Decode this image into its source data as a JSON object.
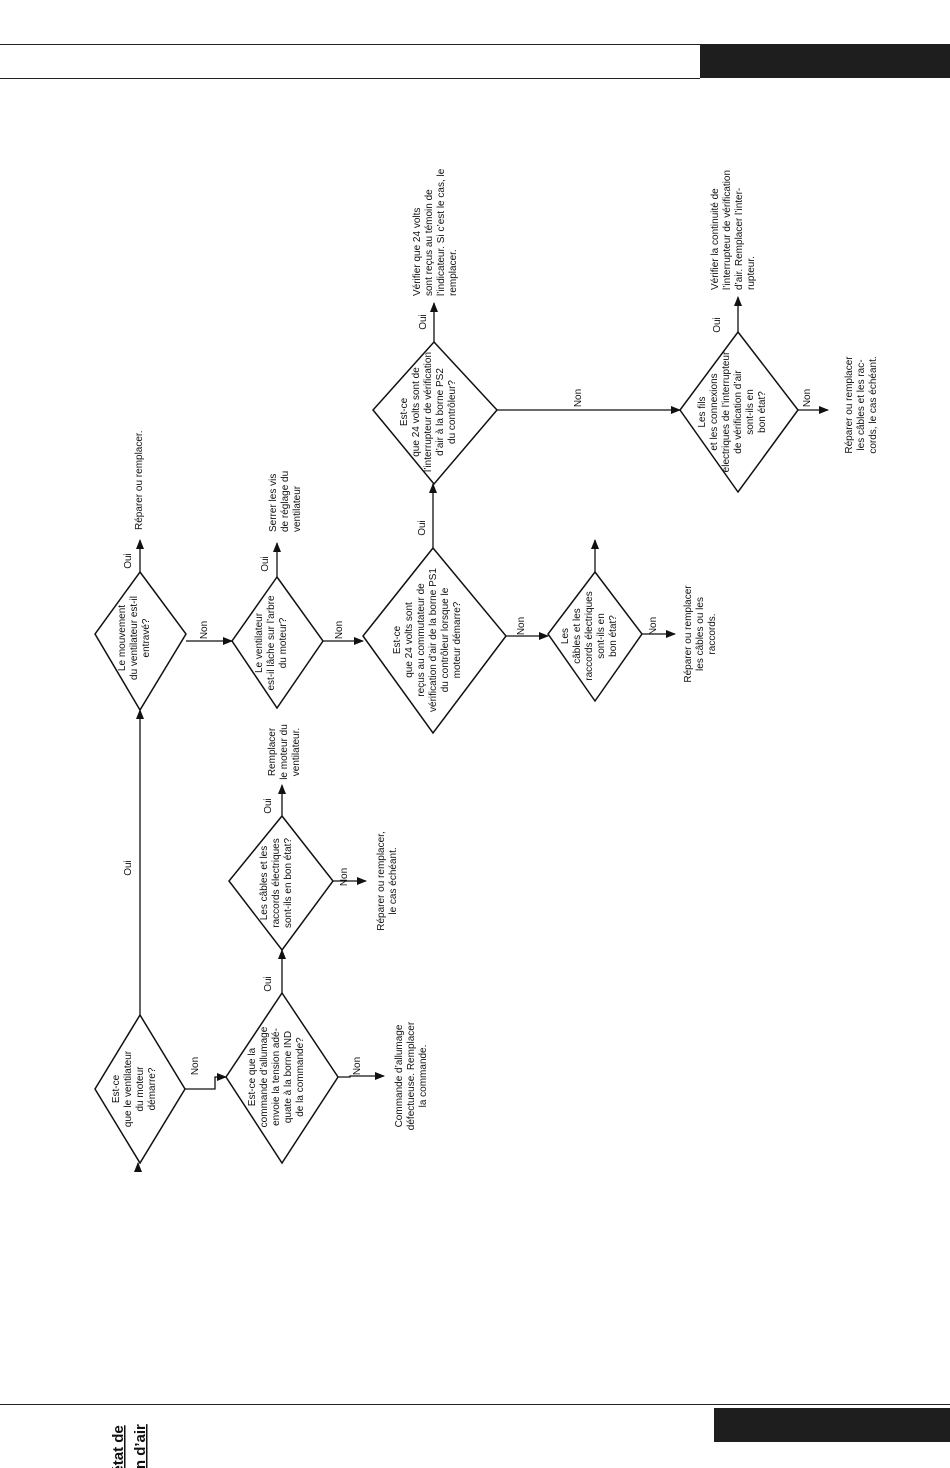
{
  "page": {
    "title_lines": [
      "Vovant d’état de",
      "vérification d’air",
      "inactif"
    ],
    "tab_color": "#1e1e1e",
    "line_color": "#111111"
  },
  "flow": {
    "labels": {
      "yes": "Oui",
      "no": "Non"
    },
    "decisions": {
      "d1": [
        "Est-ce",
        "que le ventilateur",
        "du moteur",
        "démarre?"
      ],
      "d2": [
        "Est-ce que la",
        "commande d’allumage",
        "envoie la tension adé-",
        "quate à la borne IND",
        "de la commande?"
      ],
      "d3": [
        "Les câbles et les",
        "raccords électriques",
        "sont-ils en bon état?"
      ],
      "d4": [
        "Le mouvement",
        "du ventilateur est-il",
        "entravé?"
      ],
      "d5": [
        "Le ventilateur",
        "est-il lâche sur l’arbre",
        "du moteur?"
      ],
      "d6": [
        "Est-ce",
        "que 24 volts sont",
        "reçus au commutateur de",
        "vérification d’air de la borne PS1",
        "du contrôleur lorsque le",
        "moteur démarre?"
      ],
      "d7": [
        "Les",
        "câbles et les",
        "raccords électriques",
        "sont-ils en",
        "bon état?"
      ],
      "d8": [
        "Est-ce",
        "que 24 volts sont de",
        "l’interrupteur de vérification",
        "d’air à la borne PS2",
        "du contrôleur?"
      ],
      "d9": [
        "Les fils",
        "et les connexions",
        "électriques de l’interrupteur",
        "de vérification d’air",
        "sont-ils en",
        "bon état?"
      ]
    },
    "results": {
      "r_cmd": [
        "Commande d’allumage",
        "défectueuse. Remplacer",
        "la commande."
      ],
      "r_rep1": [
        "Réparer ou remplacer,",
        "le cas échéant."
      ],
      "r_motor": [
        "Remplacer",
        "le moteur du",
        "ventilateur."
      ],
      "r_rep2": [
        "Réparer ou remplacer."
      ],
      "r_screw": [
        "Serrer les vis",
        "de réglage du",
        "ventilateur"
      ],
      "r_rep3": [
        "Réparer ou remplacer",
        "les câbles ou les",
        "raccords."
      ],
      "r_24v": [
        "Vérifier que 24 volts",
        "sont reçus au témoin de",
        "l’indicateur. Si c’est le cas, le",
        "remplacer."
      ],
      "r_cont": [
        "Vérifier la continuité de",
        "l’interrupteur de vérification",
        "d’air. Remplacer l’inter-",
        "rupteur."
      ],
      "r_rep4": [
        "Réparer ou remplacer",
        "les câbles et les rac-",
        "cords, le cas échéant."
      ]
    }
  }
}
